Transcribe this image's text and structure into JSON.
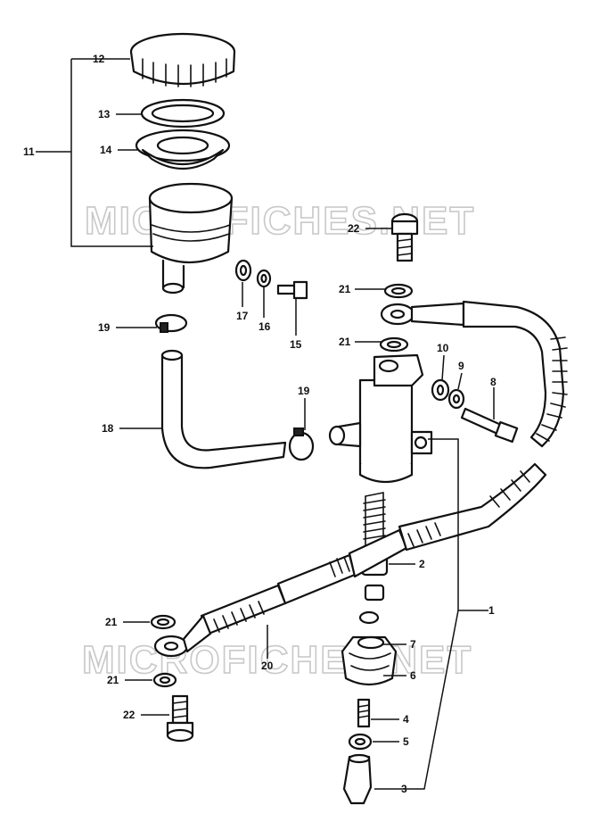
{
  "watermark": "MICROFICHES.NET",
  "callouts": {
    "c1": "1",
    "c2": "2",
    "c3": "3",
    "c4": "4",
    "c5": "5",
    "c6": "6",
    "c7": "7",
    "c8": "8",
    "c9": "9",
    "c10": "10",
    "c11": "11",
    "c12": "12",
    "c13": "13",
    "c14": "14",
    "c15": "15",
    "c16": "16",
    "c17": "17",
    "c18": "18",
    "c19a": "19",
    "c19b": "19",
    "c20": "20",
    "c21a": "21",
    "c21b": "21",
    "c21c": "21",
    "c21d": "21",
    "c22a": "22",
    "c22b": "22"
  }
}
